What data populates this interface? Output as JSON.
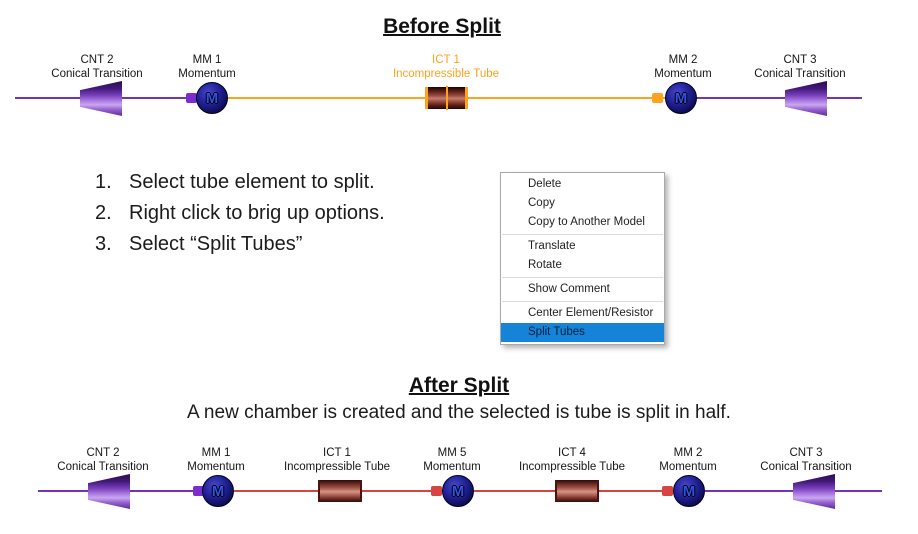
{
  "colors": {
    "purple_line": "#7233B5",
    "orange_line": "#FFA21E",
    "red_line": "#D64541",
    "menu_highlight": "#1583D7",
    "ict_selected_label": "#FFA21E"
  },
  "icons": {
    "momentum_letter": "M"
  },
  "before": {
    "title": "Before Split",
    "elements": [
      {
        "id": "CNT 2",
        "type": "Conical Transition"
      },
      {
        "id": "MM 1",
        "type": "Momentum"
      },
      {
        "id": "ICT 1",
        "type": "Incompressible Tube"
      },
      {
        "id": "MM 2",
        "type": "Momentum"
      },
      {
        "id": "CNT 3",
        "type": "Conical Transition"
      }
    ]
  },
  "instructions": [
    {
      "num": "1.",
      "text": "Select tube element to split."
    },
    {
      "num": "2.",
      "text": "Right click to brig up options."
    },
    {
      "num": "3.",
      "text": "Select “Split Tubes”"
    }
  ],
  "context_menu": {
    "items": [
      {
        "label": "Delete"
      },
      {
        "label": "Copy"
      },
      {
        "label": "Copy to Another Model"
      },
      {
        "label": "Translate"
      },
      {
        "label": "Rotate"
      },
      {
        "label": "Show Comment"
      },
      {
        "label": "Center Element/Resistor"
      },
      {
        "label": "Split Tubes",
        "selected": true
      }
    ]
  },
  "after": {
    "title": "After Split",
    "subtitle": "A new chamber is created and the selected is tube is split in half.",
    "elements": [
      {
        "id": "CNT 2",
        "type": "Conical Transition"
      },
      {
        "id": "MM 1",
        "type": "Momentum"
      },
      {
        "id": "ICT 1",
        "type": "Incompressible Tube"
      },
      {
        "id": "MM 5",
        "type": "Momentum"
      },
      {
        "id": "ICT 4",
        "type": "Incompressible Tube"
      },
      {
        "id": "MM 2",
        "type": "Momentum"
      },
      {
        "id": "CNT 3",
        "type": "Conical Transition"
      }
    ]
  }
}
